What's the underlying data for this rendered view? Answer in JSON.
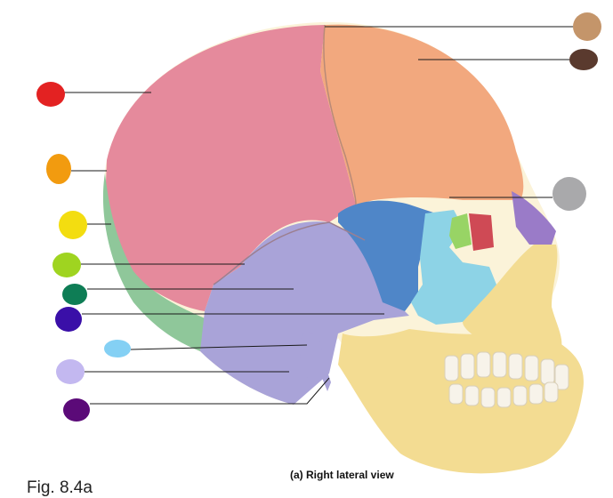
{
  "caption": "(a) Right lateral view",
  "fig_label": "Fig. 8.4a",
  "colors": {
    "parietal": "#e58a9c",
    "frontal": "#f2a87e",
    "occipital": "#8fc79a",
    "temporal": "#a9a3d8",
    "sphenoid": "#4f86c8",
    "zygomatic": "#8dd3e6",
    "nasal": "#9a7bc8",
    "maxilla_mandible": "#f3dc92",
    "lacrimal": "#98d465",
    "ethmoid": "#cf4a55",
    "teeth": "#f7f3ea"
  },
  "markers": [
    {
      "id": "marker-tan",
      "color": "#c4956a"
    },
    {
      "id": "marker-dark-brown",
      "color": "#5a3a2e"
    },
    {
      "id": "marker-red",
      "color": "#e32222"
    },
    {
      "id": "marker-orange",
      "color": "#f29b0f"
    },
    {
      "id": "marker-gray",
      "color": "#a9a9ab"
    },
    {
      "id": "marker-yellow",
      "color": "#f3dd10"
    },
    {
      "id": "marker-lime",
      "color": "#9fd420"
    },
    {
      "id": "marker-green",
      "color": "#0e7d55"
    },
    {
      "id": "marker-blue-violet",
      "color": "#3a0fa8"
    },
    {
      "id": "marker-light-blue",
      "color": "#84d0f4"
    },
    {
      "id": "marker-lavender",
      "color": "#c3b8f0"
    },
    {
      "id": "marker-purple",
      "color": "#5b0a78"
    }
  ]
}
